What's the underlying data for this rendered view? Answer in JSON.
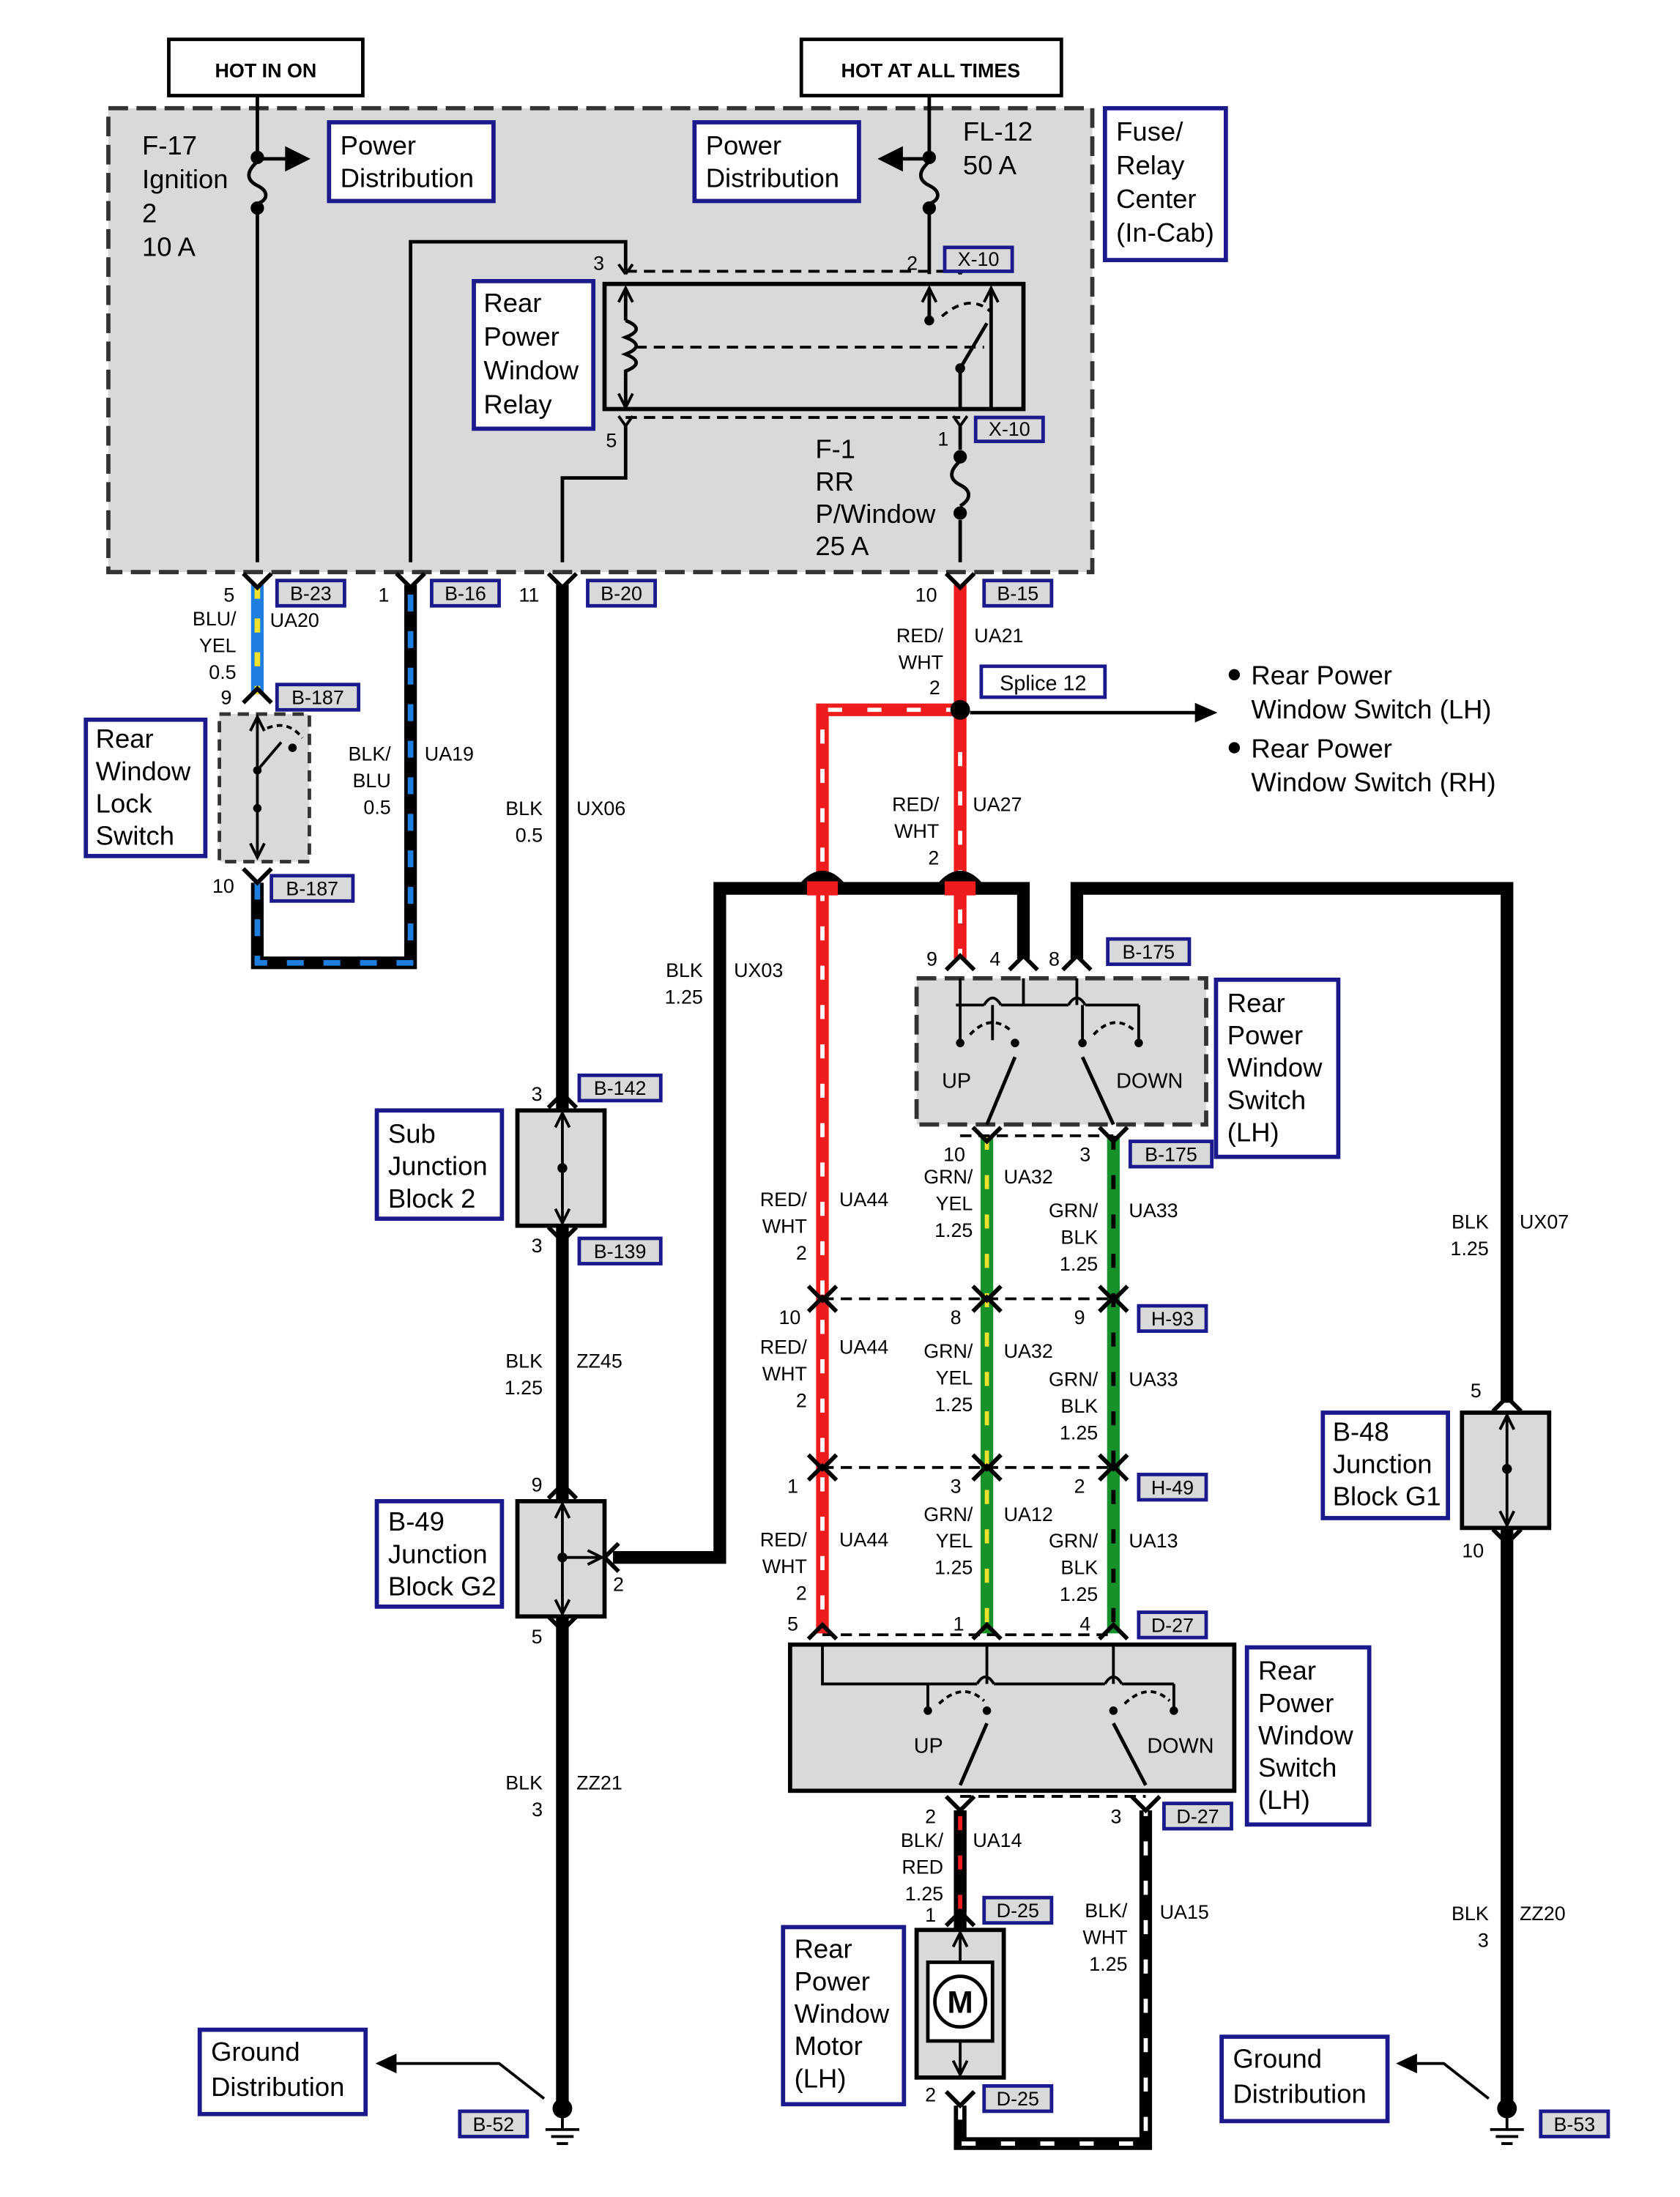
{
  "headers": {
    "hot_in_on": "HOT IN ON",
    "hot_at_all_times": "HOT AT ALL TIMES"
  },
  "fuse_center": {
    "label": [
      "Fuse/",
      "Relay",
      "Center",
      "(In-Cab)"
    ],
    "fuse_f17": [
      "F-17",
      "Ignition",
      "2",
      "10 A"
    ],
    "fuse_fl12": [
      "FL-12",
      "50 A"
    ],
    "fuse_f1": [
      "F-1",
      "RR",
      "P/Window",
      "25 A"
    ],
    "power_distribution": [
      "Power",
      "Distribution"
    ],
    "relay": [
      "Rear",
      "Power",
      "Window",
      "Relay"
    ]
  },
  "connectors": {
    "x10": "X-10",
    "b23": "B-23",
    "b16": "B-16",
    "b20": "B-20",
    "b15": "B-15",
    "b187": "B-187",
    "b175": "B-175",
    "b142": "B-142",
    "b139": "B-139",
    "h93": "H-93",
    "h49": "H-49",
    "d27": "D-27",
    "d25": "D-25",
    "b52": "B-52",
    "b53": "B-53"
  },
  "splice": "Splice 12",
  "splice_targets": [
    "Rear Power",
    "Window Switch (LH)",
    "Rear Power",
    "Window Switch (RH)"
  ],
  "components": {
    "lock_switch": [
      "Rear",
      "Window",
      "Lock",
      "Switch"
    ],
    "switch_upper": [
      "Rear",
      "Power",
      "Window",
      "Switch",
      "(LH)"
    ],
    "switch_lower": [
      "Rear",
      "Power",
      "Window",
      "Switch",
      "(LH)"
    ],
    "sub_junction": [
      "Sub",
      "Junction",
      "Block 2"
    ],
    "jb_g2": [
      "B-49",
      "Junction",
      "Block G2"
    ],
    "jb_g1": [
      "B-48",
      "Junction",
      "Block G1"
    ],
    "motor": [
      "Rear",
      "Power",
      "Window",
      "Motor",
      "(LH)"
    ],
    "motor_symbol": "M",
    "ground_left": [
      "Ground",
      "Distribution"
    ],
    "ground_right": [
      "Ground",
      "Distribution"
    ],
    "up": "UP",
    "down": "DOWN"
  },
  "pins": {
    "p3": "3",
    "p2": "2",
    "p5": "5",
    "p1": "1",
    "p10": "10",
    "p11": "11",
    "p9": "9",
    "p4": "4",
    "p8": "8"
  },
  "wires": {
    "ua20": {
      "code": "UA20",
      "color": [
        "BLU/",
        "YEL",
        "0.5"
      ]
    },
    "ua19": {
      "code": "UA19",
      "color": [
        "BLK/",
        "BLU",
        "0.5"
      ]
    },
    "ux06": {
      "code": "UX06",
      "color": [
        "BLK",
        "0.5"
      ]
    },
    "ua21": {
      "code": "UA21",
      "color": [
        "RED/",
        "WHT",
        "2"
      ]
    },
    "ua27": {
      "code": "UA27",
      "color": [
        "RED/",
        "WHT",
        "2"
      ]
    },
    "ux03": {
      "code": "UX03",
      "color": [
        "BLK",
        "1.25"
      ]
    },
    "ua44a": {
      "code": "UA44",
      "color": [
        "RED/",
        "WHT",
        "2"
      ]
    },
    "ua44b": {
      "code": "UA44",
      "color": [
        "RED/",
        "WHT",
        "2"
      ]
    },
    "ua44c": {
      "code": "UA44",
      "color": [
        "RED/",
        "WHT",
        "2"
      ]
    },
    "ua32a": {
      "code": "UA32",
      "color": [
        "GRN/",
        "YEL",
        "1.25"
      ]
    },
    "ua32b": {
      "code": "UA32",
      "color": [
        "GRN/",
        "YEL",
        "1.25"
      ]
    },
    "ua12": {
      "code": "UA12",
      "color": [
        "GRN/",
        "YEL",
        "1.25"
      ]
    },
    "ua33a": {
      "code": "UA33",
      "color": [
        "GRN/",
        "BLK",
        "1.25"
      ]
    },
    "ua33b": {
      "code": "UA33",
      "color": [
        "GRN/",
        "BLK",
        "1.25"
      ]
    },
    "ua13": {
      "code": "UA13",
      "color": [
        "GRN/",
        "BLK",
        "1.25"
      ]
    },
    "zz45": {
      "code": "ZZ45",
      "color": [
        "BLK",
        "1.25"
      ]
    },
    "zz21": {
      "code": "ZZ21",
      "color": [
        "BLK",
        "3"
      ]
    },
    "ux07": {
      "code": "UX07",
      "color": [
        "BLK",
        "1.25"
      ]
    },
    "zz20": {
      "code": "ZZ20",
      "color": [
        "BLK",
        "3"
      ]
    },
    "ua14": {
      "code": "UA14",
      "color": [
        "BLK/",
        "RED",
        "1.25"
      ]
    },
    "ua15": {
      "code": "UA15",
      "color": [
        "BLK/",
        "WHT",
        "1.25"
      ]
    }
  },
  "colors": {
    "black": "#000000",
    "red": "#ee1c1c",
    "blue": "#1f7fe0",
    "green": "#17922b",
    "yellow": "#f3e12b",
    "white": "#ffffff",
    "box_fill": "#d9d9d9",
    "navy": "#1a1a8c"
  }
}
